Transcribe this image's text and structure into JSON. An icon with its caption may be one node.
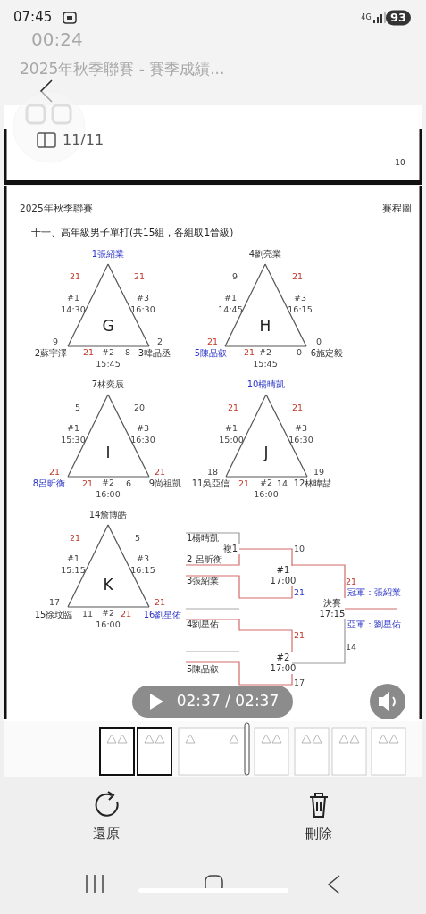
{
  "diagram": {
    "title": "十一、高年級男子單打(共15組，各組取1晉級)",
    "nodes": [
      {
        "text": [
          "1張紹業"
        ]
      },
      {
        "text": [
          "2蘇宇澤"
        ]
      },
      {
        "text": [
          "3韓品丞"
        ]
      },
      {
        "text": [
          "4劉亮業"
        ]
      },
      {
        "text": [
          "5陳品叡"
        ]
      },
      {
        "text": [
          "6施定毅"
        ]
      },
      {
        "text": [
          "7林奕辰"
        ]
      },
      {
        "text": [
          "8呂昕衡"
        ]
      },
      {
        "text": [
          "9尚祖凱"
        ]
      },
      {
        "text": [
          "10楊晴凱"
        ]
      },
      {
        "text": [
          "11吳亞信"
        ]
      },
      {
        "text": [
          "12林暐喆"
        ]
      },
      {
        "text": [
          "14詹博皓"
        ]
      },
      {
        "text": [
          "15徐玟臨"
        ]
      },
      {
        "text": [
          "16劉星佑"
        ]
      },
      {
        "text": [
          "1楊晴凱"
        ]
      },
      {
        "text": [
          "2 呂昕衡"
        ]
      },
      {
        "text": [
          "3張紹業"
        ]
      },
      {
        "text": [
          "4劉星佑"
        ]
      },
      {
        "text": [
          "5陳品叡"
        ]
      },
      {
        "text": [
          "複1"
        ]
      },
      {
        "text": [
          "#1",
          "17:00"
        ]
      },
      {
        "text": [
          "#2",
          "17:00"
        ]
      },
      {
        "text": [
          "決賽",
          "17:15"
        ]
      }
    ],
    "edges": [
      {
        "from": 0,
        "to": 1,
        "arrow": "none",
        "label": "#1 14:30"
      },
      {
        "from": 1,
        "to": 2,
        "arrow": "none",
        "label": "#2 15:45"
      },
      {
        "from": 0,
        "to": 2,
        "arrow": "none",
        "label": "#3 16:30"
      },
      {
        "from": 3,
        "to": 4,
        "arrow": "none",
        "label": "#1 14:45"
      },
      {
        "from": 4,
        "to": 5,
        "arrow": "none",
        "label": "#2 15:45"
      },
      {
        "from": 3,
        "to": 5,
        "arrow": "none",
        "label": "#3 16:15"
      },
      {
        "from": 6,
        "to": 7,
        "arrow": "none",
        "label": "#1 15:30"
      },
      {
        "from": 7,
        "to": 8,
        "arrow": "none",
        "label": "#2 16:00"
      },
      {
        "from": 6,
        "to": 8,
        "arrow": "none",
        "label": "#3 16:30"
      },
      {
        "from": 9,
        "to": 10,
        "arrow": "none",
        "label": "#1 15:00"
      },
      {
        "from": 10,
        "to": 11,
        "arrow": "none",
        "label": "#2 16:00"
      },
      {
        "from": 9,
        "to": 11,
        "arrow": "none",
        "label": "#3 16:30"
      },
      {
        "from": 12,
        "to": 13,
        "arrow": "none",
        "label": "#1 15:15"
      },
      {
        "from": 13,
        "to": 14,
        "arrow": "none",
        "label": "#2 16:00"
      },
      {
        "from": 12,
        "to": 14,
        "arrow": "none",
        "label": "#3 16:15"
      },
      {
        "from": 15,
        "to": 20,
        "arrow": "none"
      },
      {
        "from": 16,
        "to": 20,
        "arrow": "none",
        "color": "#d46a6a"
      },
      {
        "from": 20,
        "to": 21,
        "arrow": "none",
        "color": "#d46a6a"
      },
      {
        "from": 17,
        "to": 21,
        "arrow": "none",
        "color": "#d46a6a"
      },
      {
        "from": 21,
        "to": 23,
        "arrow": "none",
        "color": "#d46a6a"
      },
      {
        "from": 18,
        "to": 22,
        "arrow": "none",
        "color": "#d46a6a"
      },
      {
        "from": 19,
        "to": 22,
        "arrow": "none",
        "color": "#d46a6a"
      },
      {
        "from": 22,
        "to": 23,
        "arrow": "none"
      },
      {
        "from": 23,
        "to": null,
        "arrow": "none",
        "color": "#d46a6a"
      }
    ],
    "labels": [
      "07:45",
      "4G",
      "93",
      "00:24",
      "2025年秋季聯賽 - 賽季成績...",
      "11/11",
      "10",
      "2025年秋季聯賽",
      "賽程圖",
      "21",
      "21",
      "G",
      "9",
      "2",
      "21",
      "8",
      "9",
      "21",
      "H",
      "21",
      "0",
      "21",
      "0",
      "5",
      "20",
      "I",
      "21",
      "21",
      "21",
      "6",
      "21",
      "21",
      "J",
      "18",
      "19",
      "21",
      "14",
      "21",
      "5",
      "K",
      "17",
      "21",
      "11",
      "21",
      "10",
      "21",
      "21",
      "冠軍：張紹業",
      "亞軍：劉星佑",
      "14",
      "21",
      "17",
      "02:37 / 02:37",
      "還原",
      "刪除"
    ]
  }
}
